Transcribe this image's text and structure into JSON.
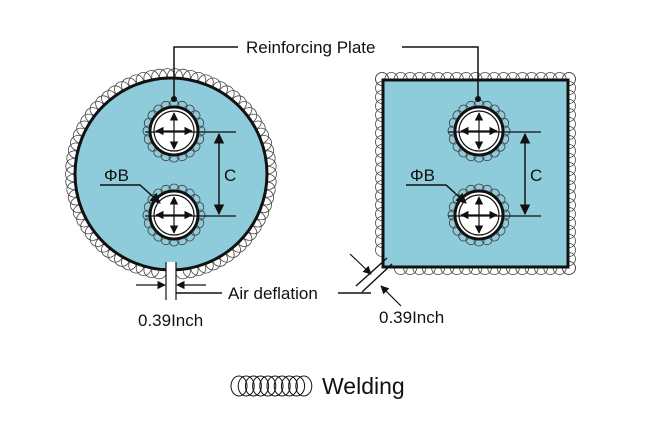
{
  "labels": {
    "reinforcing_plate": "Reinforcing Plate",
    "phi_b_left": "ΦB",
    "phi_b_right": "ΦB",
    "c_left": "C",
    "c_right": "C",
    "air_deflation": "Air deflation",
    "gap_left": "0.39Inch",
    "gap_right": "0.39Inch",
    "legend": "Welding"
  },
  "colors": {
    "plate_fill": "#8ecbdb",
    "outline": "#111111",
    "weld_bead": "#444444"
  }
}
